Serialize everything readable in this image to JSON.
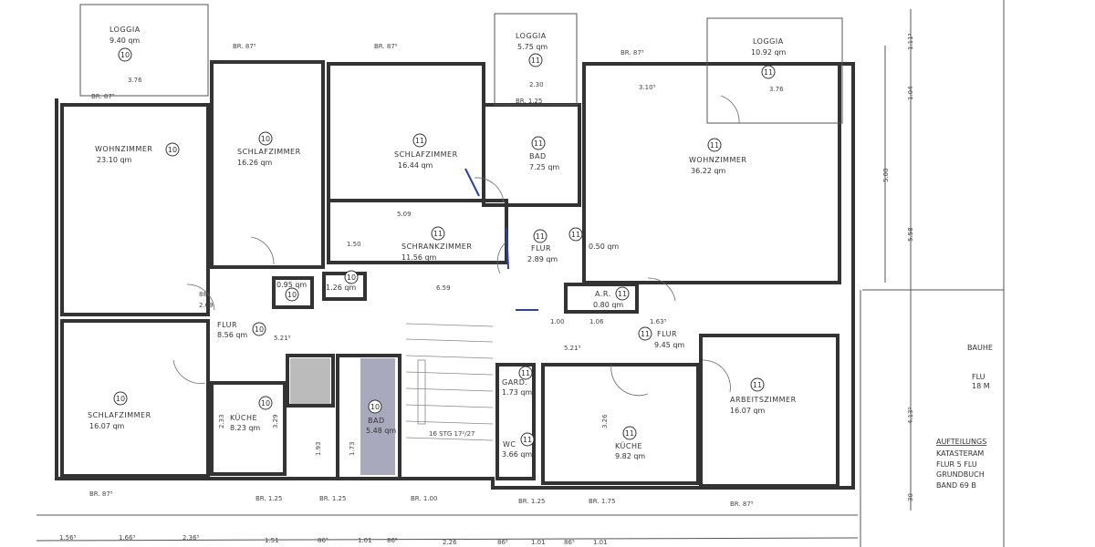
{
  "rooms": [
    {
      "name": "LOGGIA",
      "area": "9.40 qm",
      "unit": "10"
    },
    {
      "name": "LOGGIA",
      "area": "5.75 qm",
      "unit": "11"
    },
    {
      "name": "LOGGIA",
      "area": "10.92 qm",
      "unit": "11"
    },
    {
      "name": "WOHNZIMMER",
      "area": "23.10 qm",
      "unit": "10"
    },
    {
      "name": "SCHLAFZIMMER",
      "area": "16.26 qm",
      "unit": "10"
    },
    {
      "name": "SCHLAFZIMMER",
      "area": "16.44 qm",
      "unit": "11"
    },
    {
      "name": "BAD",
      "area": "7.25 qm",
      "unit": "11"
    },
    {
      "name": "WOHNZIMMER",
      "area": "36.22 qm",
      "unit": "11"
    },
    {
      "name": "SCHRANKZIMMER",
      "area": "11.56 qm",
      "unit": "11"
    },
    {
      "name": "FLUR",
      "area": "2.89 qm",
      "unit": "11"
    },
    {
      "name": "",
      "area": "0.95 qm",
      "unit": "10"
    },
    {
      "name": "",
      "area": "1.26 qm",
      "unit": "10"
    },
    {
      "name": "FLUR",
      "area": "8.56 qm",
      "unit": "10"
    },
    {
      "name": "A.R.",
      "area": "0.80 qm",
      "unit": "11"
    },
    {
      "name": "FLUR",
      "area": "9.45 qm",
      "unit": "11"
    },
    {
      "name": "SCHLAFZIMMER",
      "area": "16.07 qm",
      "unit": "10"
    },
    {
      "name": "KÜCHE",
      "area": "8.23 qm",
      "unit": "10"
    },
    {
      "name": "BAD",
      "area": "5.48 qm",
      "unit": "10"
    },
    {
      "name": "GARD.",
      "area": "1.73 qm",
      "unit": "11"
    },
    {
      "name": "WC",
      "area": "3.66 qm",
      "unit": "11"
    },
    {
      "name": "KÜCHE",
      "area": "9.82 qm",
      "unit": "11"
    },
    {
      "name": "ARBEITSZIMMER",
      "area": "16.07 qm",
      "unit": "11"
    },
    {
      "name": "",
      "area": "0.50 qm",
      "unit": "11"
    }
  ],
  "windows": [
    "BR. 87⁵",
    "BR. 87⁵",
    "BR. 87⁵",
    "BR. 1.25",
    "BR. 87⁵",
    "BR. 1.25",
    "BR. 1.25",
    "BR. 1.00",
    "BR. 1.25",
    "BR. 1.75",
    "BR. 87⁵",
    "BR. 87⁵"
  ],
  "dimensions": {
    "bottom": [
      "1.56⁵",
      "1.66⁵",
      "2.36⁵",
      "1.51",
      "86⁵",
      "1.01",
      "86⁵",
      "2.26",
      "86⁵",
      "1.01",
      "86⁵",
      "1.01"
    ],
    "right": [
      "1.11⁵",
      "1.04",
      "5.00",
      "5.58",
      "4.13⁵",
      "30"
    ],
    "interior": [
      "3.76",
      "3.76",
      "2.30",
      "3.10⁵",
      "5.09",
      "1.50",
      "5.21⁵",
      "5.21⁵",
      "88⁵",
      "2.09",
      "1.00",
      "1.06",
      "1.63⁵",
      "6.59",
      "3.29",
      "3.26",
      "2.33",
      "1.93",
      "1.73",
      "16 STG 17²/27"
    ]
  },
  "stair_label": "16 STG 17²/27",
  "title_block": {
    "lines": [
      "AUFTEILUNGS",
      "KATASTERAM",
      "FLUR 5  FLU",
      "GRUNDBUCH",
      "BAND 69  B"
    ],
    "side_label": "BAUHE",
    "side_small": [
      "FLU",
      "18 M"
    ]
  },
  "accent_colors": {
    "lines": "#333333",
    "markup": "#2b3fb0",
    "shading": "#8c8ca8"
  }
}
